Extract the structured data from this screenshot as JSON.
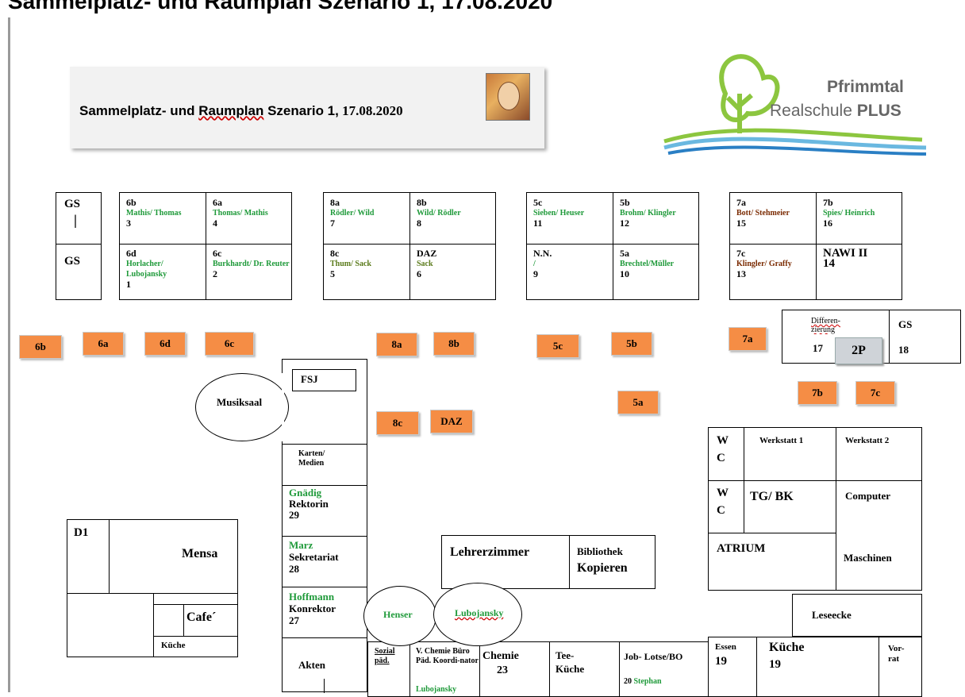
{
  "heading": "Sammelplatz- und Raumplan Szenario 1, 17.08.2020",
  "banner": {
    "title_part1": "Sammelplatz- und ",
    "title_part2": "Raumplan",
    "title_part3": " Szenario 1,",
    "title_date": " 17.08.2020"
  },
  "logo": {
    "line1": "Pfrimmtal",
    "line2_a": "Realschule ",
    "line2_b": "PLUS"
  },
  "blocks": {
    "gs_top": "GS",
    "gs_bar": "|",
    "gs_bottom": "GS",
    "b1": [
      {
        "cls": "6b",
        "teachers": "Mathis/ Thomas",
        "num": "3"
      },
      {
        "cls": "6a",
        "teachers": "Thomas/ Mathis",
        "num": "4"
      },
      {
        "cls": "6d",
        "teachers": "Horlacher/ Lubojansky",
        "num": "1"
      },
      {
        "cls": "6c",
        "teachers": "Burkhardt/ Dr. Reuter",
        "num": "2"
      }
    ],
    "b2": [
      {
        "cls": "8a",
        "teachers": "Rödler/ Wild",
        "num": "7"
      },
      {
        "cls": "8b",
        "teachers": "Wild/ Rödler",
        "num": "8"
      },
      {
        "cls": "8c",
        "teachers": "Thum/ Sack",
        "num": "5"
      },
      {
        "cls": "DAZ",
        "teachers": "Sack",
        "num": "6"
      }
    ],
    "b3": [
      {
        "cls": "5c",
        "teachers": "Sieben/ Heuser",
        "num": "11"
      },
      {
        "cls": "5b",
        "teachers": "Brohm/ Klingler",
        "num": "12"
      },
      {
        "cls": "N.N.",
        "teachers": "/",
        "num": "9"
      },
      {
        "cls": "5a",
        "teachers": "Brechtel/Müller",
        "num": "10"
      }
    ],
    "b4": [
      {
        "cls": "7a",
        "teachers": "Bott/ Stehmeier",
        "num": "15"
      },
      {
        "cls": "7b",
        "teachers": "Spies/ Heinrich",
        "num": "16"
      },
      {
        "cls": "7c",
        "teachers": "Klingler/ Graffy",
        "num": "13"
      },
      {
        "cls": "NAWI II",
        "teachers": "",
        "num": "14"
      }
    ]
  },
  "differenzierung": {
    "label": "Differen-zierung",
    "num": "17",
    "gs": "GS",
    "gs_num": "18",
    "p": "2P"
  },
  "assembly": [
    "6b",
    "6a",
    "6d",
    "6c",
    "8a",
    "8b",
    "5c",
    "5b",
    "7a",
    "5a",
    "8c",
    "DAZ",
    "7b",
    "7c"
  ],
  "rooms": {
    "fsj": "FSJ",
    "musiksaal": "Musiksaal",
    "karten": "Karten/ Medien",
    "gnaedig": "Gnädig",
    "rektorin": "Rektorin",
    "n29": "29",
    "marz": "Marz",
    "sekretariat": "Sekretariat",
    "n28": "28",
    "hoffmann": "Hoffmann",
    "konrektor": "Konrektor",
    "n27": "27",
    "akten": "Akten",
    "d1": "D1",
    "mensa": "Mensa",
    "cafe": "Cafe´",
    "kueche_small": "Küche",
    "lehrerzimmer": "Lehrerzimmer",
    "bibliothek": "Bibliothek",
    "kopieren": "Kopieren",
    "henser": "Henser",
    "lubojansky": "Lubojansky",
    "sozial": "Sozial päd.",
    "vchemie": "V. Chemie Büro Päd. Koordi-nator",
    "vchemie_name": "Lubojansky",
    "chemie": "Chemie",
    "n23": "23",
    "tee": "Tee- Küche",
    "job": "Job- Lotse/BO",
    "n20": "20",
    "stephan": "Stephan",
    "wc1a": "W",
    "wc1b": "C",
    "wc2a": "W",
    "wc2b": "C",
    "werkstatt1": "Werkstatt 1",
    "werkstatt2": "Werkstatt 2",
    "tgbk": "TG/ BK",
    "computer": "Computer",
    "atrium": "ATRIUM",
    "maschinen": "Maschinen",
    "leseecke": "Leseecke",
    "essen": "Essen",
    "n19a": "19",
    "kueche": "Küche",
    "n19b": "19",
    "vorrat": "Vor- rat"
  }
}
